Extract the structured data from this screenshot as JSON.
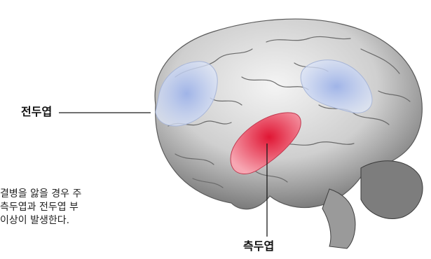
{
  "labels": {
    "frontal_lobe": "전두엽",
    "temporal_lobe": "측두엽"
  },
  "caption": {
    "lines": [
      "결병을 앓을 경우 주",
      "측두엽과 전두엽 부",
      "이상이 발생한다."
    ]
  },
  "colors": {
    "frontal_highlight": "#9fb4e6",
    "temporal_highlight": "#e8203a",
    "brain_base": "#d9d9d9",
    "brain_shadow": "#5a5a5a"
  }
}
